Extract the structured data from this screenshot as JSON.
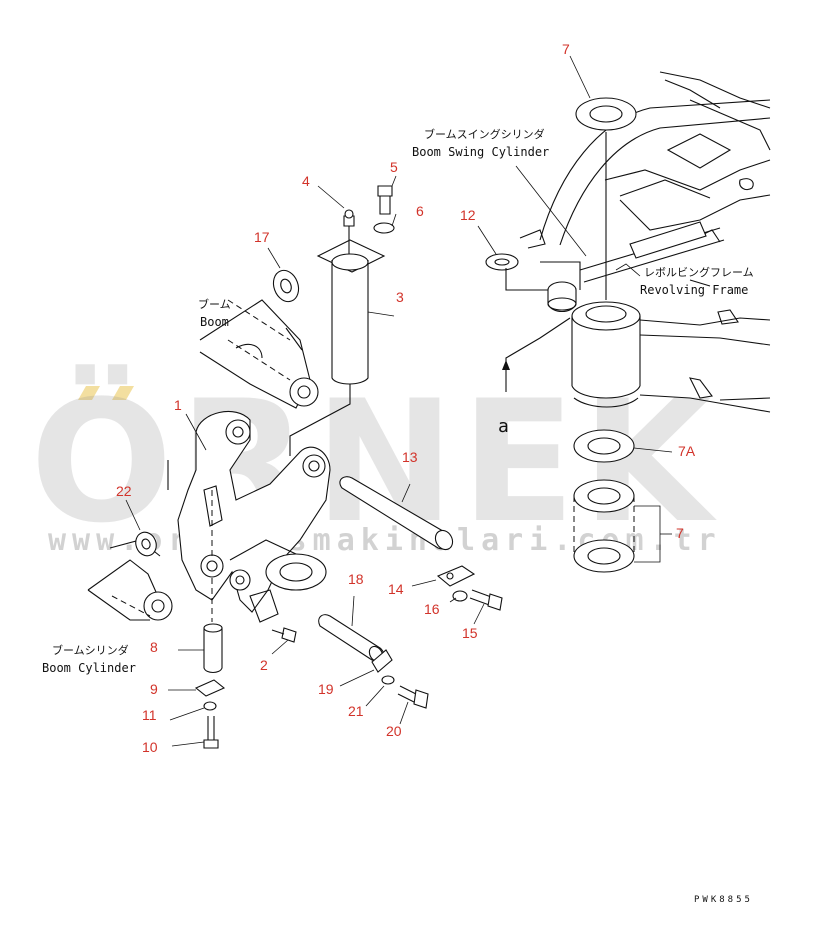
{
  "labels": {
    "p1": "1",
    "p2": "2",
    "p3": "3",
    "p4": "4",
    "p5": "5",
    "p6": "6",
    "p7_top": "7",
    "p7a": "7A",
    "p7_bottom": "7",
    "p8": "8",
    "p9": "9",
    "p10": "10",
    "p11": "11",
    "p12": "12",
    "p13": "13",
    "p14": "14",
    "p15": "15",
    "p16": "16",
    "p17": "17",
    "p18": "18",
    "p19": "19",
    "p20": "20",
    "p21": "21",
    "p22": "22"
  },
  "annotations": {
    "boom_swing_cylinder_jp": "ブームスイングシリンダ",
    "boom_swing_cylinder_en": "Boom Swing Cylinder",
    "boom_jp": "ブーム",
    "boom_en": "Boom",
    "revolving_frame_jp": "レボルビングフレーム",
    "revolving_frame_en": "Revolving Frame",
    "boom_cylinder_jp": "ブームシリンダ",
    "boom_cylinder_en": "Boom Cylinder",
    "view_a": "a",
    "drawing_code": "PWK8855"
  },
  "watermark": {
    "logo_text": "ÖRNEK",
    "url": "www.ornekismakinalari.com.tr",
    "logo_accent_color": "#f3dfa0",
    "logo_color": "#8c8c8c"
  },
  "colors": {
    "label_red": "#d2332a",
    "line": "#111111"
  }
}
